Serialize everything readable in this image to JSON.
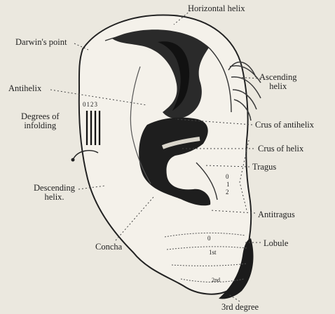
{
  "figure": {
    "labels": {
      "horizontal_helix": "Horizontal helix",
      "darwins_point": "Darwin's point",
      "antihelix": "Antihelix",
      "ascending_helix": "Ascending\nhelix",
      "degrees_infolding": "Degrees of\ninfolding",
      "degree_digits": "0123",
      "crus_of_antihelix": "Crus of antihelix",
      "crus_of_helix": "Crus of helix",
      "tragus": "Tragus",
      "descending_helix": "Descending\nhelix.",
      "antitragus": "Antitragus",
      "lobule": "Lobule",
      "concha": "Concha",
      "tragus_0": "0",
      "tragus_1": "1",
      "tragus_2": "2",
      "lobule_0": "0",
      "lobule_1st": "1st",
      "lobule_2nd": "2nd",
      "third_degree": "3rd degree"
    }
  }
}
